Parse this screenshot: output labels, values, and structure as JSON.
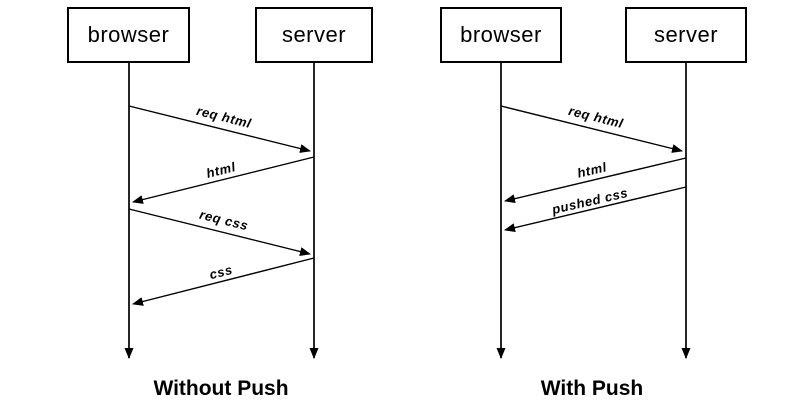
{
  "diagrams": [
    {
      "title": "Without Push",
      "actors": [
        {
          "label": "browser"
        },
        {
          "label": "server"
        }
      ],
      "messages": [
        {
          "label": "req html",
          "from": "browser",
          "to": "server"
        },
        {
          "label": "html",
          "from": "server",
          "to": "browser"
        },
        {
          "label": "req css",
          "from": "browser",
          "to": "server"
        },
        {
          "label": "css",
          "from": "server",
          "to": "browser"
        }
      ]
    },
    {
      "title": "With Push",
      "actors": [
        {
          "label": "browser"
        },
        {
          "label": "server"
        }
      ],
      "messages": [
        {
          "label": "req html",
          "from": "browser",
          "to": "server"
        },
        {
          "label": "html",
          "from": "server",
          "to": "browser"
        },
        {
          "label": "pushed css",
          "from": "server",
          "to": "browser"
        }
      ]
    }
  ],
  "colors": {
    "line": "#000000",
    "background": "#ffffff",
    "text": "#000000"
  }
}
